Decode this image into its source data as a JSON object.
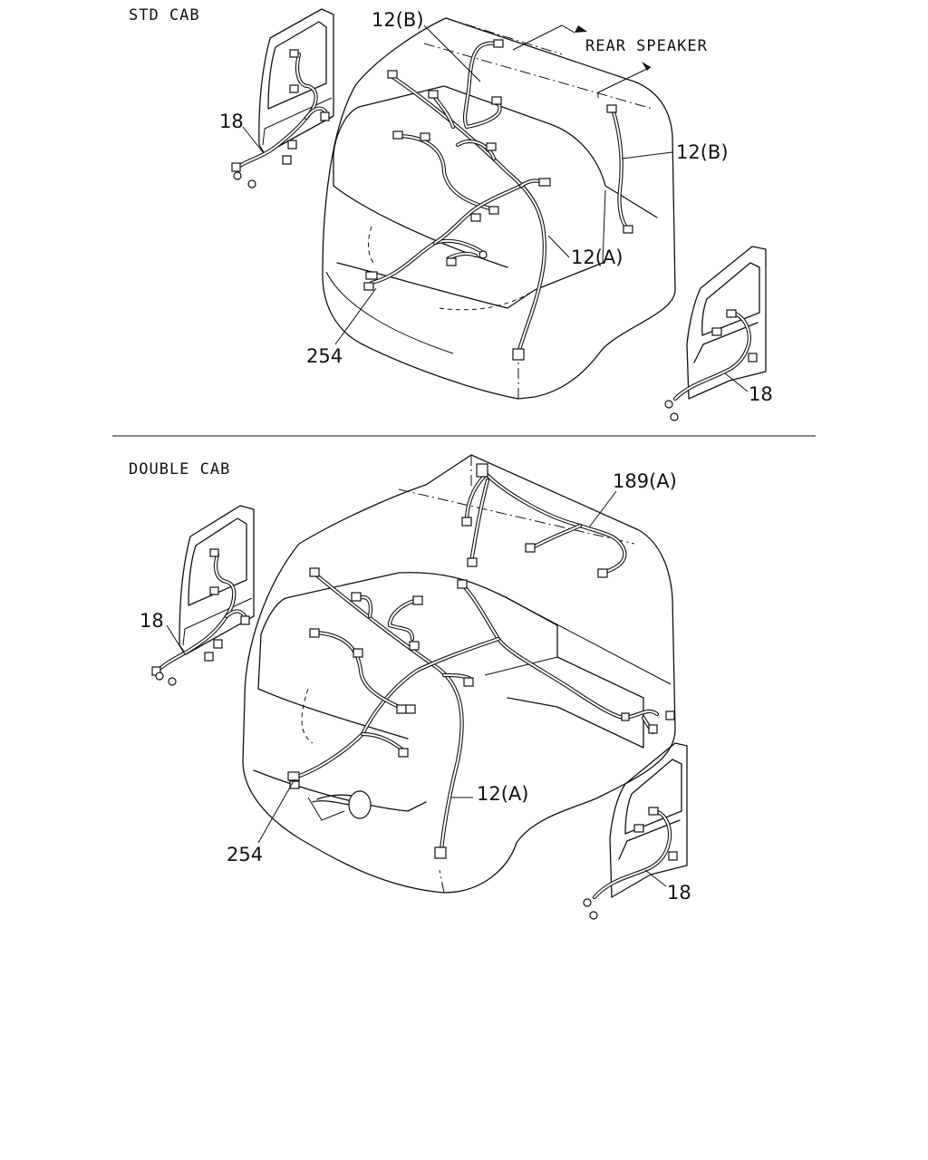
{
  "sections": {
    "std": {
      "title": "STD CAB",
      "rear_speaker": "REAR SPEAKER",
      "labels": {
        "door_left": "18",
        "harness_b_top": "12(B)",
        "harness_b_right": "12(B)",
        "harness_a": "12(A)",
        "harness_254": "254",
        "door_right": "18"
      }
    },
    "double": {
      "title": "DOUBLE CAB",
      "labels": {
        "harness_189a": "189(A)",
        "door_left": "18",
        "harness_a": "12(A)",
        "harness_254": "254",
        "door_right": "18"
      }
    }
  }
}
